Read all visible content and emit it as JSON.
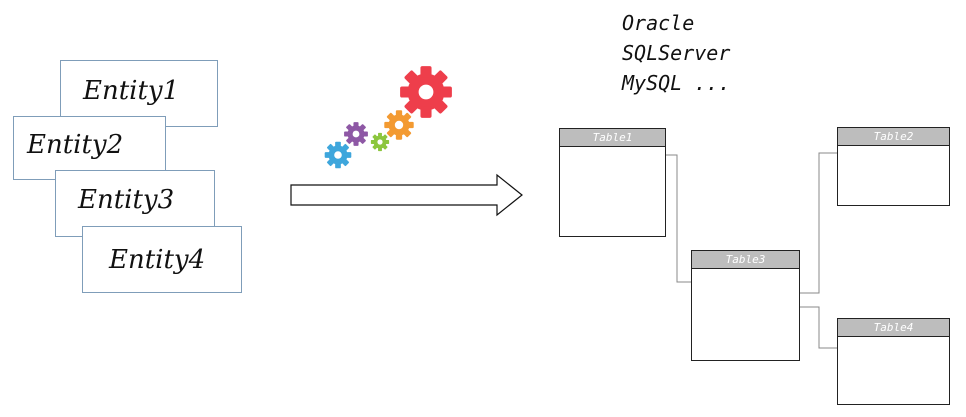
{
  "entities": [
    {
      "label": "Entity1"
    },
    {
      "label": "Entity2"
    },
    {
      "label": "Entity3"
    },
    {
      "label": "Entity4"
    }
  ],
  "databases": [
    "Oracle",
    "SQLServer",
    "MySQL ..."
  ],
  "tables": [
    {
      "title": "Table1"
    },
    {
      "title": "Table2"
    },
    {
      "title": "Table3"
    },
    {
      "title": "Table4"
    }
  ],
  "colors": {
    "entity_border": "#7f9db9",
    "table_header": "#bdbdbd",
    "connector": "#888888",
    "gear_red": "#ee3e4b",
    "gear_orange": "#f39a31",
    "gear_green": "#8cc63e",
    "gear_purple": "#8e58a5",
    "gear_blue": "#3ea6dc"
  },
  "icons": [
    "gears-icon",
    "right-arrow-icon"
  ]
}
